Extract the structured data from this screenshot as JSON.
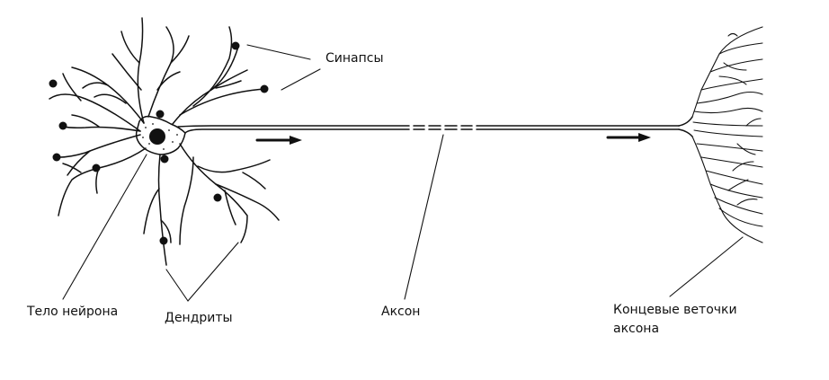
{
  "labels": {
    "synapses": "Синапсы",
    "cell_body": "Тело  нейрона",
    "dendrites": "Дендриты",
    "axon": "Аксон",
    "axon_terminals_line1": "Концевые  веточки",
    "axon_terminals_line2": "аксона"
  },
  "colors": {
    "ink": "#111111",
    "background": "#ffffff"
  }
}
